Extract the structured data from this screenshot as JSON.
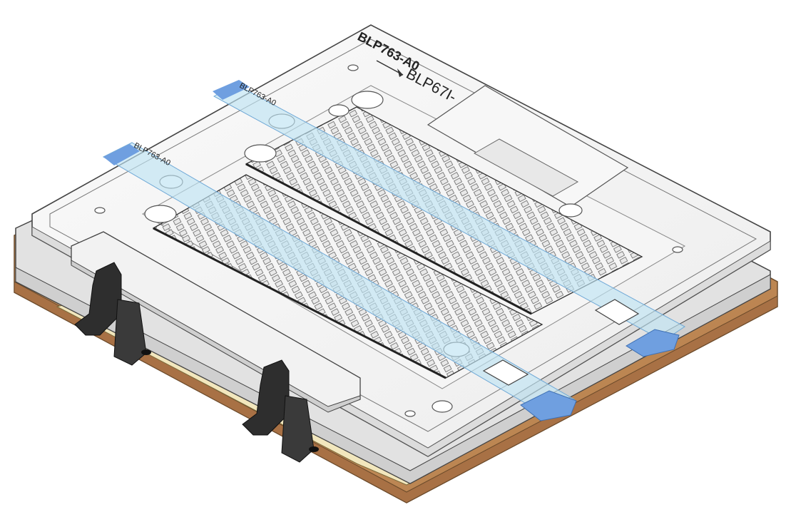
{
  "drawing": {
    "title": "",
    "labels": {
      "main": "BLP763-A0",
      "arrow_target": "BLP67I-",
      "strap_top": "BLP763-A0",
      "strap_left": "BLP763-A0"
    },
    "colors": {
      "background": "#ffffff",
      "base_copper": "#c9925e",
      "base_copper_dark": "#9b6a3e",
      "base_cream": "#f2e7bd",
      "plate_light": "#f3f3f3",
      "plate_gray": "#d9d9d9",
      "line": "#555555",
      "strap_blue": "#bfe3f2",
      "strap_edge": "#6fa8d6",
      "tab_blue": "#6f9fe0",
      "clamp_black": "#2e2e2e"
    },
    "icons": [
      "toggle-clamp-icon",
      "arrow-right-icon"
    ]
  }
}
